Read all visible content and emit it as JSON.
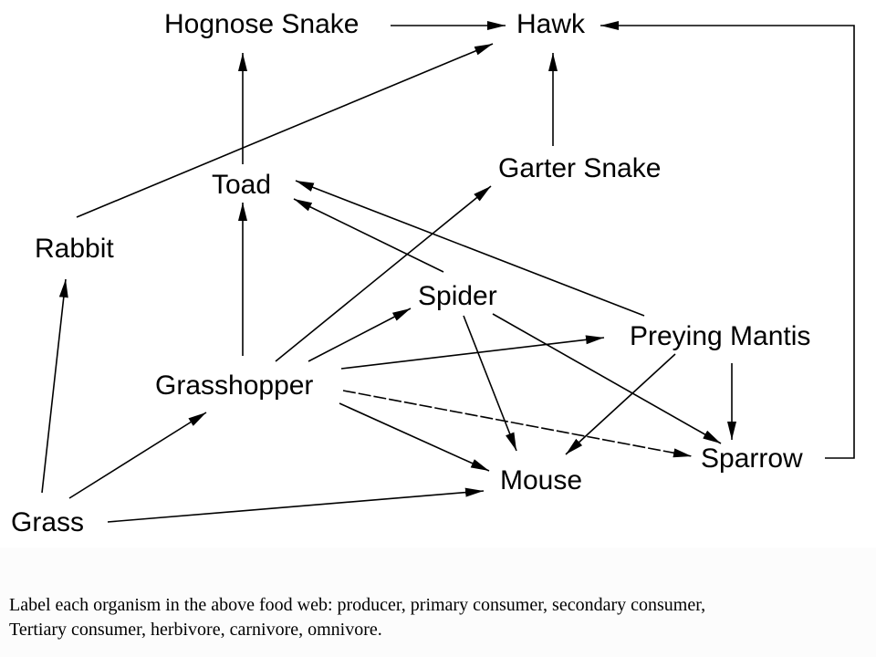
{
  "organisms": {
    "hognose": "Hognose Snake",
    "hawk": "Hawk",
    "toad": "Toad",
    "garter": "Garter Snake",
    "rabbit": "Rabbit",
    "spider": "Spider",
    "mantis": "Preying Mantis",
    "grasshopper": "Grasshopper",
    "sparrow": "Sparrow",
    "mouse": "Mouse",
    "grass": "Grass"
  },
  "links": [
    {
      "from": "grass",
      "to": "rabbit"
    },
    {
      "from": "grass",
      "to": "grasshopper"
    },
    {
      "from": "grass",
      "to": "mouse"
    },
    {
      "from": "rabbit",
      "to": "hawk"
    },
    {
      "from": "grasshopper",
      "to": "toad"
    },
    {
      "from": "grasshopper",
      "to": "garter"
    },
    {
      "from": "grasshopper",
      "to": "spider"
    },
    {
      "from": "grasshopper",
      "to": "mantis"
    },
    {
      "from": "grasshopper",
      "to": "mouse"
    },
    {
      "from": "grasshopper",
      "to": "sparrow"
    },
    {
      "from": "spider",
      "to": "toad"
    },
    {
      "from": "spider",
      "to": "mouse"
    },
    {
      "from": "spider",
      "to": "sparrow"
    },
    {
      "from": "mantis",
      "to": "toad"
    },
    {
      "from": "mantis",
      "to": "mouse"
    },
    {
      "from": "mantis",
      "to": "sparrow"
    },
    {
      "from": "toad",
      "to": "hognose"
    },
    {
      "from": "hognose",
      "to": "hawk"
    },
    {
      "from": "garter",
      "to": "hawk"
    },
    {
      "from": "sparrow",
      "to": "hawk"
    }
  ],
  "caption": {
    "line1": "Label each organism in the above food web: producer, primary consumer, secondary consumer,",
    "line2": "Tertiary consumer, herbivore, carnivore, omnivore."
  }
}
